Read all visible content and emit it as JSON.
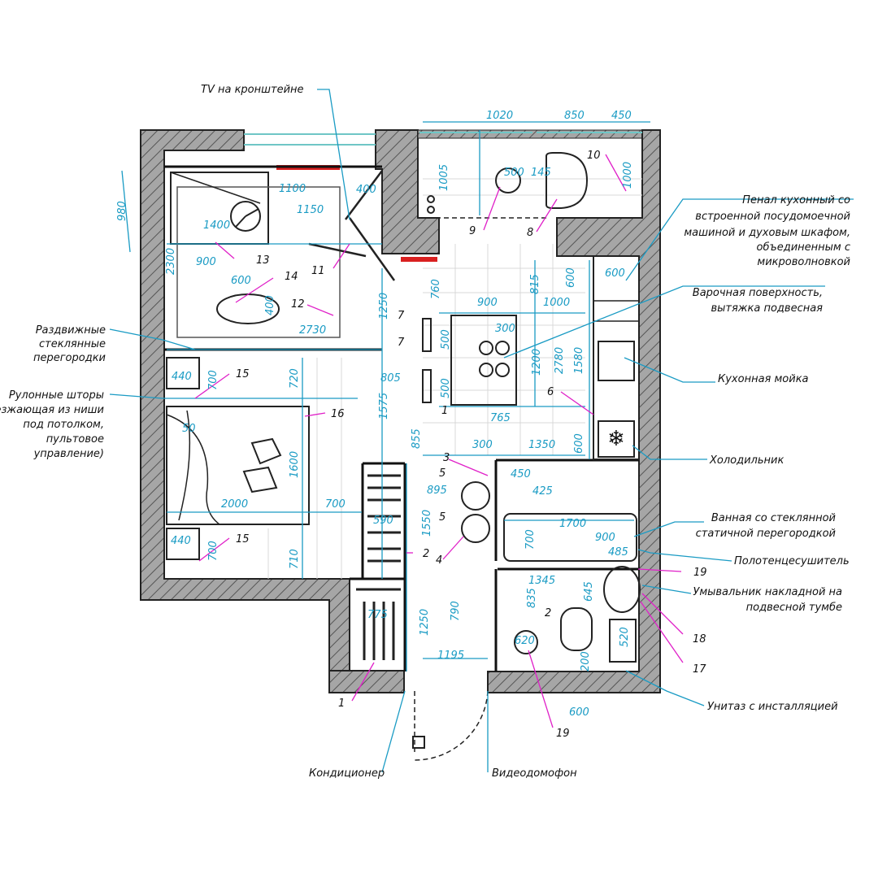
{
  "labels": {
    "tv": "TV  на кронштейне",
    "penal": [
      "Пенал кухонный со",
      "встроенной посудомоечной",
      "машиной и духовым шкафом,",
      "объединенным с",
      "микроволновкой"
    ],
    "hob": [
      "Варочная поверхность,",
      "вытяжка подвесная"
    ],
    "sink": "Кухонная мойка",
    "fridge": "Холодильник",
    "bath": [
      "Ванная со стеклянной",
      "статичной перегородкой"
    ],
    "towel": "Полотенцесушитель",
    "washbasin": [
      "Умывальник накладной на",
      "подвесной тумбе"
    ],
    "toilet": "Унитаз с инсталляцией",
    "partitions": [
      "Раздвижные",
      "стеклянные",
      "перегородки"
    ],
    "blinds": [
      "Рулонные шторы",
      "выезжающая из ниши",
      "под потолком,",
      "пультовое",
      "управление)"
    ],
    "aircon": "Кондиционер",
    "intercom": "Видеодомофон"
  },
  "dims": {
    "d1020": "1020",
    "d850": "850",
    "d450a": "450",
    "d1005": "1005",
    "d500": "500",
    "d145": "145",
    "d1000a": "1000",
    "d980": "980",
    "d1100": "1100",
    "d400a": "400",
    "d1400": "1400",
    "d1150": "1150",
    "d2300": "2300",
    "d900a": "900",
    "d600a": "600",
    "d400b": "400",
    "d2730": "2730",
    "d1250a": "1250",
    "d760": "760",
    "d900b": "900",
    "d815": "815",
    "d600b": "600",
    "d1000b": "1000",
    "d600c": "600",
    "d300a": "300",
    "d1200": "1200",
    "d2780": "2780",
    "d1580": "1580",
    "d500b": "500",
    "d500c": "500",
    "d805": "805",
    "d1575": "1575",
    "d765": "765",
    "d440a": "440",
    "d700a": "700",
    "d720": "720",
    "d50": "50",
    "d1600": "1600",
    "d855": "855",
    "d300b": "300",
    "d1350": "1350",
    "d600d": "600",
    "d450b": "450",
    "d895": "895",
    "d425": "425",
    "d2000": "2000",
    "d700b": "700",
    "d590": "590",
    "d1550": "1550",
    "d1700": "1700",
    "d900c": "900",
    "d700c": "700",
    "d485": "485",
    "d440b": "440",
    "d700d": "700",
    "d710": "710",
    "d1345": "1345",
    "d790": "790",
    "d835": "835",
    "d645": "645",
    "d775": "775",
    "d1250b": "1250",
    "d620": "620",
    "d520": "520",
    "d200": "200",
    "d1195": "1195",
    "d600e": "600"
  },
  "numbers": {
    "n1": "1",
    "n2": "2",
    "n3": "3",
    "n4": "4",
    "n5a": "5",
    "n5b": "5",
    "n6": "6",
    "n7a": "7",
    "n7b": "7",
    "n8": "8",
    "n9": "9",
    "n10": "10",
    "n11": "11",
    "n12": "12",
    "n13": "13",
    "n14": "14",
    "n15a": "15",
    "n15b": "15",
    "n16": "16",
    "n17": "17",
    "n18": "18",
    "n19a": "19",
    "n19b": "19",
    "n2c": "2",
    "n1c": "1"
  },
  "colors": {
    "dimension": "#1a9bc4",
    "callout": "#e020c8",
    "wall": "#9a9a9a",
    "window": "#6fc6c6",
    "accent_red": "#d92020"
  }
}
